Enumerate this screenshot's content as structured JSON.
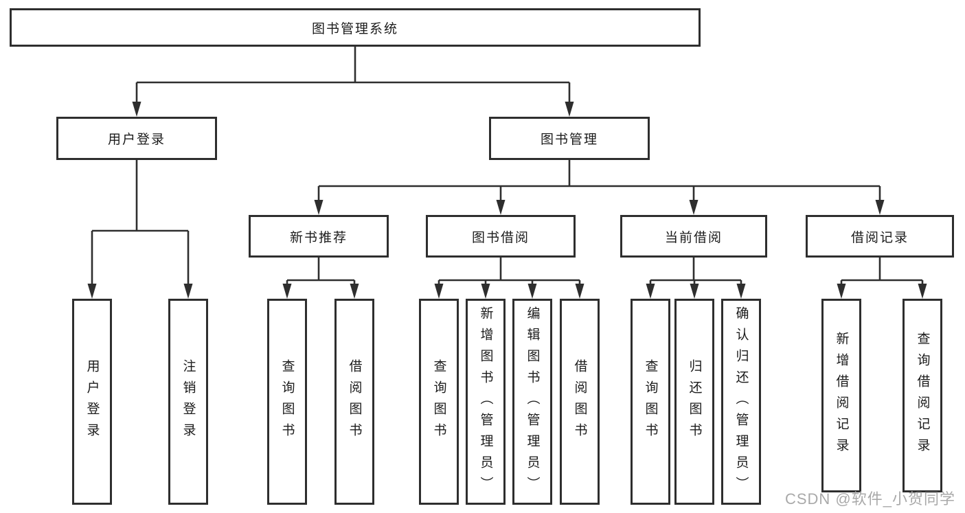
{
  "tree": {
    "root": {
      "label": "图书管理系统"
    },
    "children": [
      {
        "label": "用户登录",
        "children": [
          {
            "label": "用户登录"
          },
          {
            "label": "注销登录"
          }
        ]
      },
      {
        "label": "图书管理",
        "children": [
          {
            "label": "新书推荐",
            "children": [
              {
                "label": "查询图书"
              },
              {
                "label": "借阅图书"
              }
            ]
          },
          {
            "label": "图书借阅",
            "children": [
              {
                "label": "查询图书"
              },
              {
                "label": "新增图书（管理员）"
              },
              {
                "label": "编辑图书（管理员）"
              },
              {
                "label": "借阅图书"
              }
            ]
          },
          {
            "label": "当前借阅",
            "children": [
              {
                "label": "查询图书"
              },
              {
                "label": "归还图书"
              },
              {
                "label": "确认归还（管理员）"
              }
            ]
          },
          {
            "label": "借阅记录",
            "children": [
              {
                "label": "新增借阅记录"
              },
              {
                "label": "查询借阅记录"
              }
            ]
          }
        ]
      }
    ]
  },
  "watermark": "CSDN @软件_小贺同学",
  "colors": {
    "line": "#2e2e2e",
    "text": "#1b1b1b",
    "watermark_text": "#a9a9a9",
    "background": "#ffffff"
  }
}
